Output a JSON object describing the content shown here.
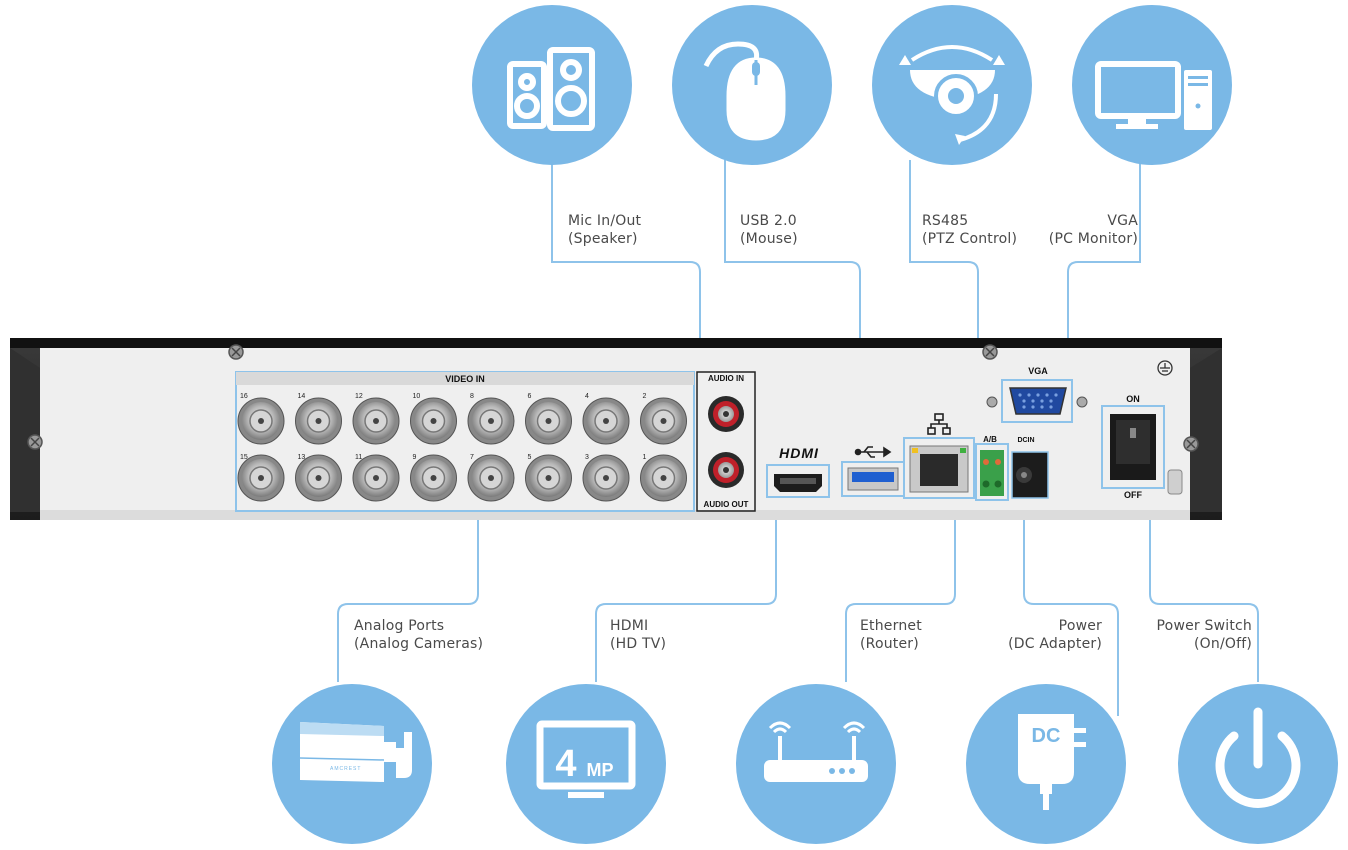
{
  "callouts": {
    "mic": {
      "line1": "Mic In/Out",
      "line2": "(Speaker)",
      "icon": "speaker-icon"
    },
    "usb": {
      "line1": "USB 2.0",
      "line2": "(Mouse)",
      "icon": "mouse-icon"
    },
    "rs485": {
      "line1": "RS485",
      "line2": "(PTZ Control)",
      "icon": "ptz-camera-icon"
    },
    "vga": {
      "line1": "VGA",
      "line2": "(PC Monitor)",
      "icon": "pc-monitor-icon"
    },
    "analog": {
      "line1": "Analog Ports",
      "line2": "(Analog Cameras)",
      "icon": "bullet-camera-icon",
      "camera_brand": "AMCREST"
    },
    "hdmi": {
      "line1": "HDMI",
      "line2": "(HD TV)",
      "icon": "tv-4mp-icon",
      "screen_text": "4",
      "screen_sub": "MP"
    },
    "ethernet": {
      "line1": "Ethernet",
      "line2": "(Router)",
      "icon": "router-icon"
    },
    "power": {
      "line1": "Power",
      "line2": "(DC Adapter)",
      "icon": "dc-adapter-icon",
      "adapter_text": "DC"
    },
    "switch": {
      "line1": "Power Switch",
      "line2": "(On/Off)",
      "icon": "power-icon"
    }
  },
  "panel": {
    "video_in": "VIDEO IN",
    "audio_in": "AUDIO IN",
    "audio_out": "AUDIO OUT",
    "hdmi_logo": "HDMI",
    "vga": "VGA",
    "ab": "A/B",
    "dcin": "DCIN",
    "on": "ON",
    "off": "OFF",
    "top_row": [
      "16",
      "14",
      "12",
      "10",
      "8",
      "6",
      "4",
      "2"
    ],
    "bottom_row": [
      "15",
      "13",
      "11",
      "9",
      "7",
      "5",
      "3",
      "1"
    ]
  },
  "colors": {
    "accent": "#7ab8e6",
    "line": "#8ec3ea",
    "chassis": "#2b2b2b",
    "panel": "#eeeeee"
  }
}
